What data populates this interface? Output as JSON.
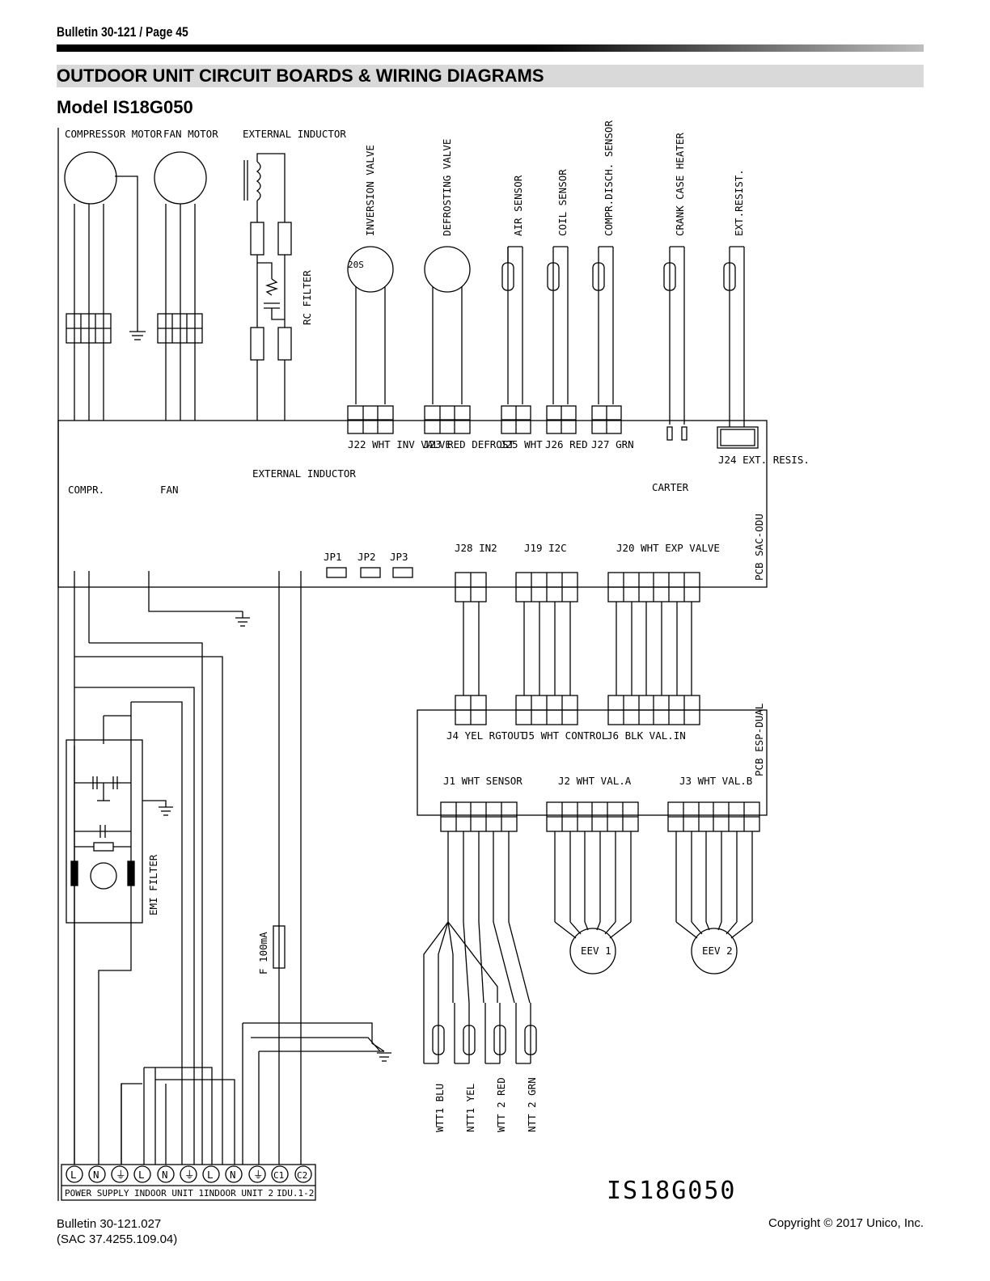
{
  "header": {
    "bulletin": "Bulletin 30-121 / Page 45",
    "section_title": "OUTDOOR UNIT CIRCUIT BOARDS & WIRING DIAGRAMS",
    "model_title": "Model IS18G050"
  },
  "components": {
    "compressor_motor": "COMPRESSOR MOTOR",
    "fan_motor": "FAN MOTOR",
    "external_inductor": "EXTERNAL INDUCTOR",
    "inversion_valve": "INVERSION VALVE",
    "defrosting_valve": "DEFROSTING VALVE",
    "air_sensor": "AIR SENSOR",
    "coil_sensor": "COIL SENSOR",
    "compr_disch_sensor": "COMPR.DISCH. SENSOR",
    "crank_case_heater": "CRANK CASE HEATER",
    "ext_resist": "EXT.RESIST.",
    "rc_filter": "RC FILTER",
    "valve_20s": "20S",
    "emi_filter": "EMI FILTER",
    "fuse": "F 100mA",
    "eev1": "EEV 1",
    "eev2": "EEV 2"
  },
  "board_odu": {
    "pcb_label": "PCB SAC-ODU",
    "compr": "COMPR.",
    "fan": "FAN",
    "ext_inductor": "EXTERNAL INDUCTOR",
    "j22": "J22 WHT INV VALVE",
    "j23": "J23 RED DEFROST",
    "j25": "J25 WHT",
    "j26": "J26 RED",
    "j27": "J27 GRN",
    "carter": "CARTER",
    "j24": "J24 EXT. RESIS.",
    "j28": "J28 IN2",
    "j19": "J19 I2C",
    "j20": "J20 WHT EXP VALVE",
    "jp": [
      "JP1",
      "JP2",
      "JP3"
    ]
  },
  "board_esp": {
    "pcb_label": "PCB ESP-DUAL",
    "j4": "J4 YEL RGTOUT",
    "j5": "J5 WHT CONTROL",
    "j6": "J6 BLK VAL.IN",
    "j1": "J1 WHT SENSOR",
    "j2": "J2 WHT VAL.A",
    "j3": "J3 WHT VAL.B"
  },
  "sensors_bottom": [
    "WTT1 BLU",
    "NTT1 YEL",
    "WTT 2 RED",
    "NTT 2 GRN"
  ],
  "terminal_block": {
    "terminals": [
      "L",
      "N",
      "⏚",
      "L",
      "N",
      "⏚",
      "L",
      "N",
      "⏚",
      "C1",
      "C2"
    ],
    "groups": [
      "POWER SUPPLY",
      "INDOOR UNIT 1",
      "INDOOR UNIT 2",
      "IDU.1-2"
    ]
  },
  "model_code": "IS18G050",
  "footer": {
    "bulletin": "Bulletin 30-121.027",
    "sac": "(SAC 37.4255.109.04)",
    "copyright": "Copyright © 2017 Unico, Inc."
  }
}
